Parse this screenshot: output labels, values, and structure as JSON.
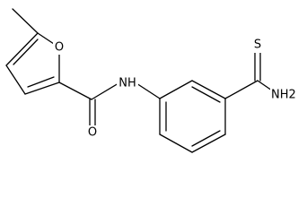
{
  "atoms": {
    "furan_oxygen": "O",
    "amide_nitrogen": "NH",
    "amide_oxygen": "O",
    "thio_sulfur": "S",
    "thioamide_nitrogen": "NH2"
  },
  "colors": {
    "ink": "#000000",
    "background": "#ffffff"
  }
}
